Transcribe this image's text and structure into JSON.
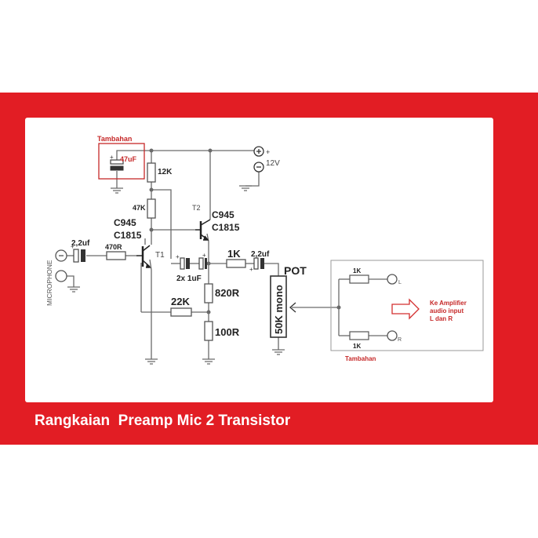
{
  "caption": "Rangkaian  Preamp Mic 2 Transistor",
  "labels": {
    "tambahan_top": "Tambahan",
    "cap_47uf": "47uF",
    "r_12k": "12K",
    "r_47k": "47K",
    "t2": "T2",
    "c945_a": "C945",
    "c1815_a": "C1815",
    "c945_b": "C945",
    "c1815_b": "C1815",
    "supply": "12V",
    "cin": "2,2uf",
    "r_470": "470R",
    "t1": "T1",
    "microphone": "MICROPHONE",
    "r_1k": "1K",
    "cout": "2,2uf",
    "caps_2x": "2x 1uF",
    "r_820": "820R",
    "r_22k": "22K",
    "r_100": "100R",
    "pot": "POT",
    "pot_value": "50K mono",
    "r_1k_top": "1K",
    "r_1k_bot": "1K",
    "amp_line1": "Ke Amplifier",
    "amp_line2": "audio input",
    "amp_line3": "L dan R",
    "tambahan_bottom": "Tambahan",
    "jack_l": "L",
    "jack_r": "R"
  },
  "colors": {
    "band": "#e21d24",
    "accent_red": "#c62828",
    "wire": "#6a6a6a"
  }
}
